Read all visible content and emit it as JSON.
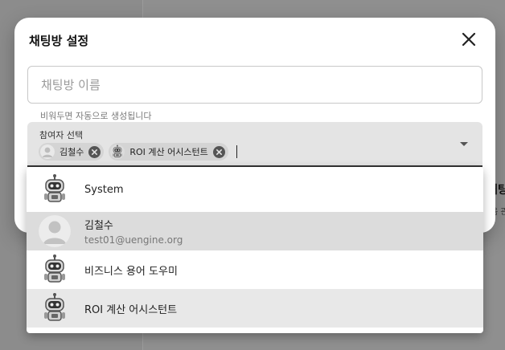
{
  "dialog": {
    "title": "채팅방 설정",
    "name_placeholder": "채팅방 이름",
    "name_value": "",
    "helper_text": "비워두면 자동으로 생성됩니다"
  },
  "participants": {
    "label": "참여자 선택",
    "chips": [
      {
        "label": "김철수",
        "avatar": "user-avatar-icon"
      },
      {
        "label": "ROI 계산 어시스턴트",
        "avatar": "robot-avatar-icon"
      }
    ]
  },
  "menu": {
    "options": [
      {
        "name": "System",
        "avatar": "robot-avatar-icon",
        "selected": false
      },
      {
        "name": "김철수",
        "email": "test01@uengine.org",
        "avatar": "user-avatar-icon",
        "selected": true
      },
      {
        "name": "비즈니스 용어 도우미",
        "avatar": "robot-avatar-icon",
        "selected": false
      },
      {
        "name": "ROI 계산 어시스턴트",
        "avatar": "robot-avatar-icon",
        "selected": true
      }
    ]
  },
  "background": {
    "right_heading": "채팅",
    "right_sub": "음 관"
  },
  "colors": {
    "dialog_bg": "#ffffff",
    "select_field_bg": "#e4e4e4",
    "selected_option_bg": "#dcdcdc",
    "overlay": "#8f8f8f"
  }
}
